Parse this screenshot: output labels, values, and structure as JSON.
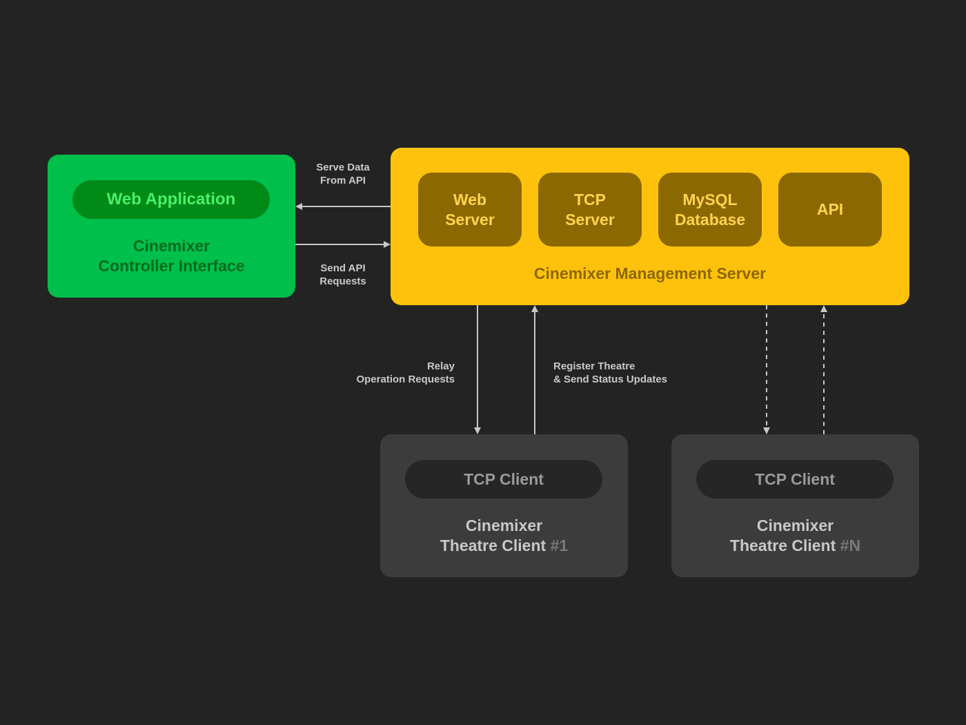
{
  "controller": {
    "pill_label": "Web Application",
    "title": "Cinemixer\nController Interface"
  },
  "server": {
    "modules": [
      {
        "label": "Web\nServer"
      },
      {
        "label": "TCP\nServer"
      },
      {
        "label": "MySQL\nDatabase"
      },
      {
        "label": "API"
      }
    ],
    "title": "Cinemixer Management Server"
  },
  "clients": [
    {
      "pill_label": "TCP Client",
      "title_main": "Cinemixer\nTheatre Client ",
      "title_num": "#1"
    },
    {
      "pill_label": "TCP Client",
      "title_main": "Cinemixer\nTheatre Client ",
      "title_num": "#N"
    }
  ],
  "connections": {
    "serve_data": "Serve Data\nFrom API",
    "send_api": "Send API\nRequests",
    "relay": "Relay\nOperation Requests",
    "register": "Register Theatre\n& Send Status Updates"
  },
  "colors": {
    "background": "#232323",
    "controller": "#00c04b",
    "server": "#ffc20c",
    "client": "#3c3c3c",
    "arrow": "#c8c8c8"
  }
}
